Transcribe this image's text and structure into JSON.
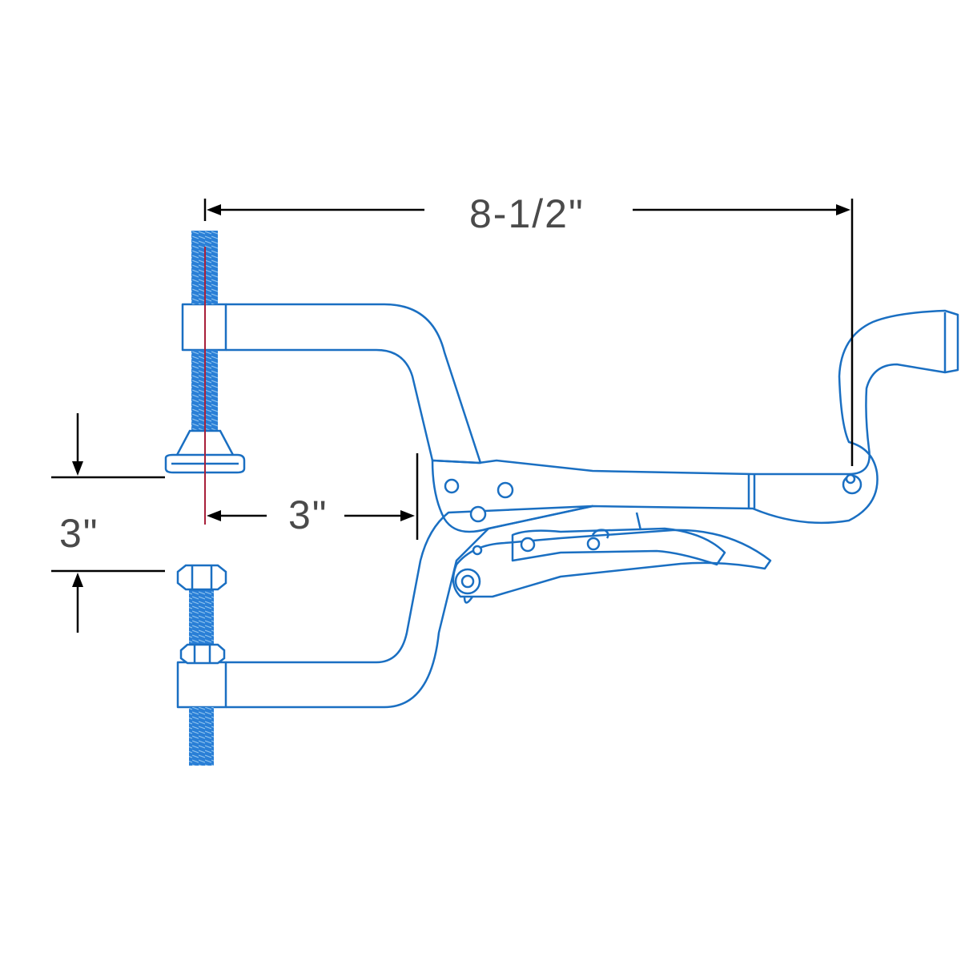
{
  "dimensions": {
    "overall_width": "8-1/2\"",
    "throat_depth": "3\"",
    "jaw_opening": "3\""
  },
  "colors": {
    "outline": "#1a6fc2",
    "thread": "#2a7fd6",
    "thread_light": "#8fc4ef",
    "dimension_line": "#000000",
    "center_line": "#a8203a",
    "label_text": "#4a4a4a"
  }
}
